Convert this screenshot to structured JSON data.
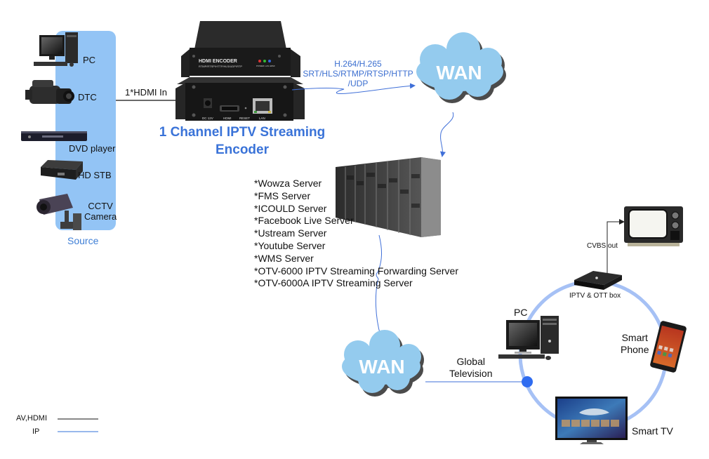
{
  "source": {
    "title": "Source",
    "devices": [
      {
        "label": "PC",
        "icon": "desktop-pc-icon"
      },
      {
        "label": "DTC",
        "icon": "video-camera-icon"
      },
      {
        "label": "DVD player",
        "icon": "dvd-player-icon"
      },
      {
        "label": "HD STB",
        "icon": "set-top-box-icon"
      },
      {
        "label": "CCTV\nCamera",
        "icon": "cctv-camera-icon",
        "line1": "CCTV",
        "line2": "Camera"
      }
    ]
  },
  "hdmi_link": {
    "label": "1*HDMI In"
  },
  "encoder": {
    "title_line1": "1 Channel IPTV Streaming",
    "title_line2": "Encoder",
    "top_label": "HDMI ENCODER",
    "top_sublabel": "RTMP/RTSP/HTTP/HLS/UDP/RTP",
    "led_labels": "POWER LAN HDMI",
    "ports": [
      "DC 12V",
      "HDMI",
      "RESET",
      "LAN"
    ],
    "colors": {
      "title": "#3a73d8"
    }
  },
  "protocols": {
    "line1": "H.264/H.265",
    "line2": "SRT/HLS/RTMP/RTSP/HTTP",
    "line3": "/UDP"
  },
  "wan_top": {
    "label": "WAN"
  },
  "wan_bottom": {
    "label": "WAN"
  },
  "servers": [
    "*Wowza Server",
    "*FMS Server",
    "*ICOULD Server",
    "*Facebook Live Server",
    "*Ustream Server",
    "*Youtube Server",
    "*WMS Server",
    "*OTV-6000 IPTV Streaming Forwarding Server",
    "*OTV-6000A IPTV Streaming Server"
  ],
  "global_tv": {
    "line1": "Global",
    "line2": "Television"
  },
  "clients": {
    "stb_label": "IPTV & OTT box",
    "cvbs_label": "CVBS out",
    "pc_label": "PC",
    "phone_line1": "Smart",
    "phone_line2": "Phone",
    "smart_tv_label": "Smart TV"
  },
  "legend": [
    {
      "label": "AV,HDMI",
      "color": "#111111"
    },
    {
      "label": "IP",
      "color": "#5a8ee0"
    }
  ],
  "colors": {
    "ip_line": "#3f6fd8",
    "ring": "#a6c1f5",
    "node": "#2f6cf0",
    "cloud": "#94cbee",
    "cloud_shadow": "#4b4b4b",
    "source_panel": "#93c4f5"
  }
}
